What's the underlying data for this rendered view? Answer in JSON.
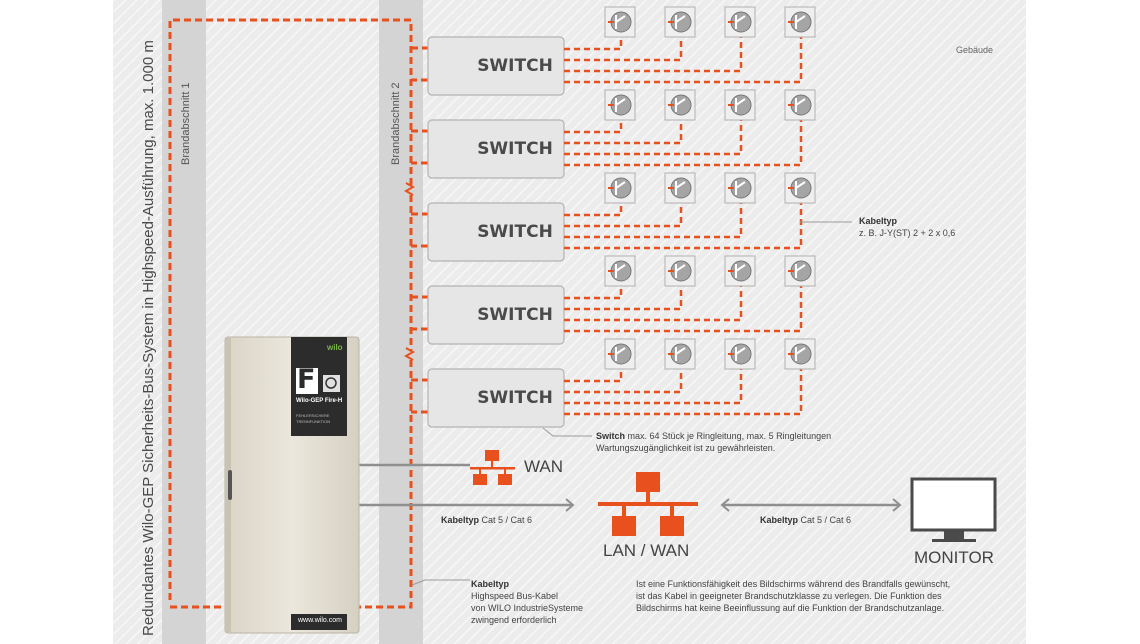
{
  "title_vertical": "Redundantes Wilo-GEP Sicherheits-Bus-System in Highspeed-Ausführung, max. 1.000 m",
  "fire_sections": [
    "Brandabschnitt 1",
    "Brandabschnitt 2"
  ],
  "building_label": "Gebäude",
  "switch_label": "SWITCH",
  "switches": [
    "SWITCH",
    "SWITCH",
    "SWITCH",
    "SWITCH",
    "SWITCH"
  ],
  "cabinet": {
    "brand": "wilo",
    "letter": "F",
    "product": "Wilo-GEP Fire-H",
    "text_line1": "FEHLERSICHERE",
    "text_line2": "TRENNFUNKTION",
    "url": "www.wilo.com"
  },
  "cable_note_top": {
    "bold": "Kabeltyp",
    "text": "z. B. J-Y(ST) 2 + 2 x 0,6"
  },
  "switch_note": {
    "bold": "Switch",
    "line1": " max. 64 Stück je Ringleitung, max. 5 Ringleitungen",
    "line2": "Wartungszugänglichkeit ist zu gewährleisten."
  },
  "wan_label": "WAN",
  "lan_wan_label": "LAN / WAN",
  "monitor_label": "MONITOR",
  "cable_left": {
    "bold": "Kabeltyp",
    "text": " Cat 5 / Cat 6"
  },
  "cable_right": {
    "bold": "Kabeltyp",
    "text": " Cat 5 / Cat 6"
  },
  "cable_bottom": {
    "bold": "Kabeltyp",
    "line1": "Highspeed Bus-Kabel",
    "line2": "von WILO IndustrieSysteme",
    "line3": "zwingend erforderlich"
  },
  "monitor_note": {
    "line1": "Ist eine Funktionsfähigkeit des Bildschirms während des Brandfalls gewünscht,",
    "line2": "ist das Kabel in geeigneter Brandschutzklasse zu verlegen. Die Funktion des",
    "line3": "Bildschirms hat keine Beeinflussung auf die Funktion der Brandschutzanlage."
  },
  "colors": {
    "cable": "#e8501d",
    "network": "#e8501d",
    "panel": "#e9e9e9",
    "firewall": "#d3d3d3"
  }
}
